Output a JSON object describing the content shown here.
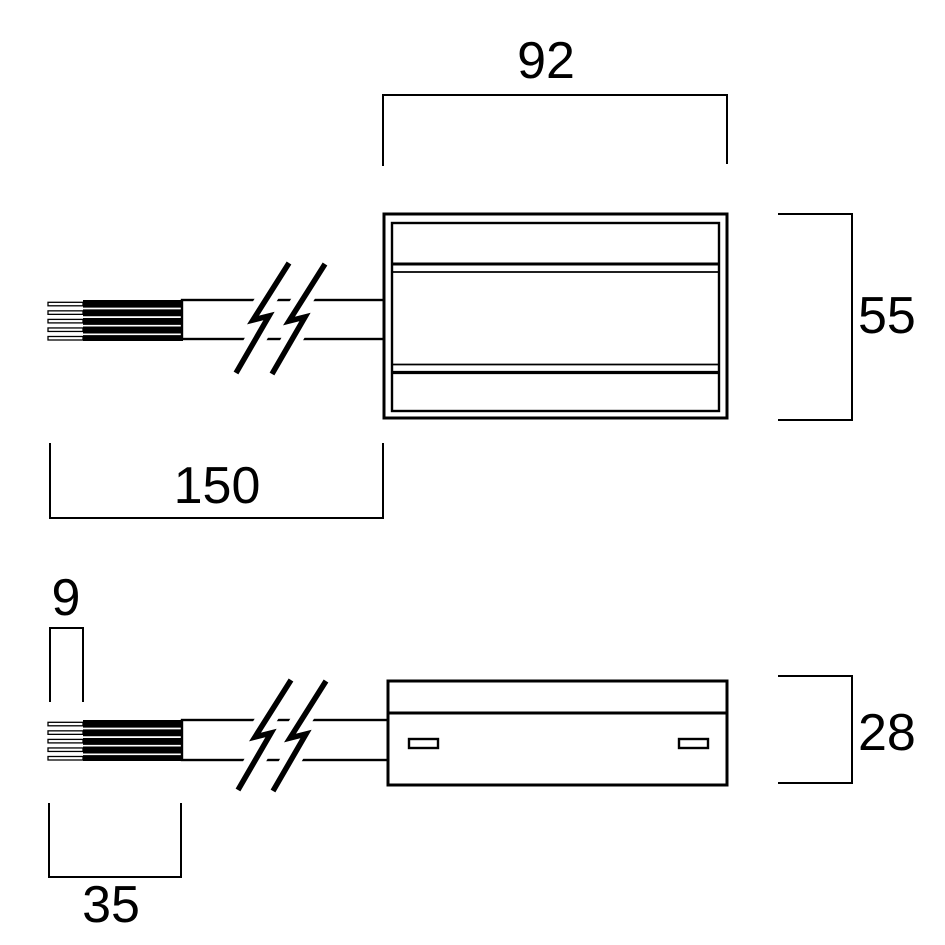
{
  "drawing": {
    "background_color": "#ffffff",
    "line_color": "#000000",
    "top_view": {
      "body_width_dim": "92",
      "body_height_dim": "55",
      "cable_length_dim": "150"
    },
    "side_view": {
      "wire_tip_width_dim": "9",
      "strip_length_dim": "35",
      "body_height_dim": "28"
    }
  }
}
